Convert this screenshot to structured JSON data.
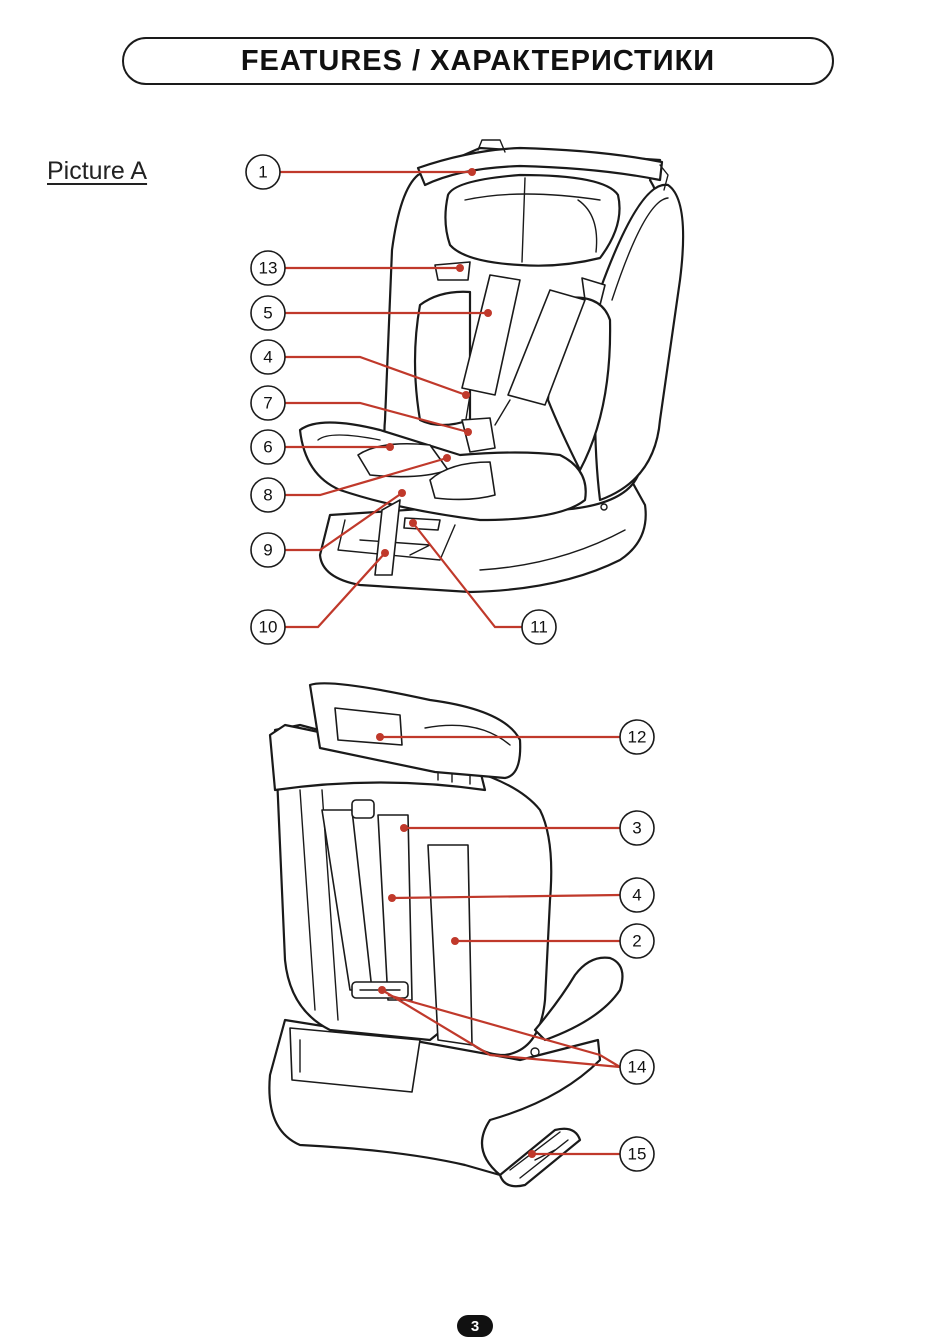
{
  "header": {
    "title": "FEATURES / ХАРАКТЕРИСТИКИ"
  },
  "picture_label": "Picture A",
  "page_number": "3",
  "callouts": {
    "c1": "1",
    "c13": "13",
    "c5": "5",
    "c4a": "4",
    "c7": "7",
    "c6": "6",
    "c8": "8",
    "c9": "9",
    "c10": "10",
    "c11": "11",
    "c12": "12",
    "c3": "3",
    "c4b": "4",
    "c2": "2",
    "c14": "14",
    "c15": "15"
  },
  "colors": {
    "leader": "#c0392b",
    "outline": "#1a1a1a"
  },
  "icons": [
    "car-seat-front-illustration",
    "car-seat-back-illustration",
    "isofix-guide-illustration"
  ]
}
